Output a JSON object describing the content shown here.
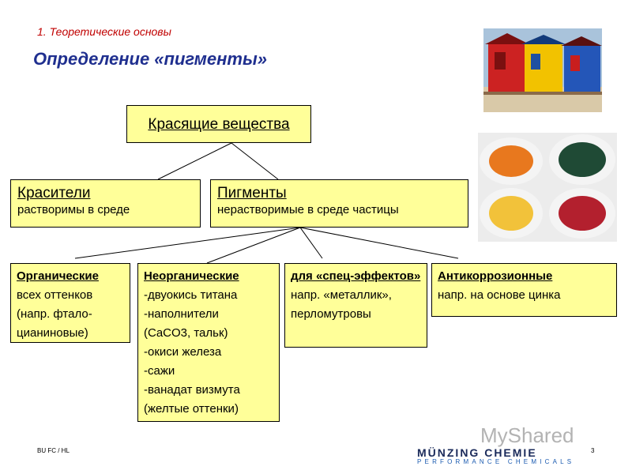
{
  "header": {
    "section": "1. Теоретические основы",
    "title": "Определение «пигменты»"
  },
  "root": {
    "label": "Красящие вещества"
  },
  "level2": [
    {
      "heading": "Красители",
      "text": "растворимы в среде"
    },
    {
      "heading": "Пигменты",
      "text": "нерастворимые в среде частицы"
    }
  ],
  "level3": [
    {
      "heading": "Органические",
      "lines": [
        "всех оттенков",
        "(напр. фтало-",
        "цианиновые)"
      ]
    },
    {
      "heading": "Неорганические",
      "lines": [
        "-двуокись титана",
        "-наполнители",
        "(CaCO3, тальк)",
        "-окиси железа",
        "-сажи",
        "-ванадат визмута",
        "(желтые оттенки)"
      ]
    },
    {
      "heading": "для «спец-эффектов»",
      "lines": [
        "напр. «металлик»,",
        "перломутровы"
      ]
    },
    {
      "heading": "Антикоррозионные",
      "lines": [
        "напр. на основе цинка"
      ]
    }
  ],
  "footer": {
    "left": "BU FC / HL",
    "page": "3",
    "logo_main": "MÜNZING CHEMIE",
    "logo_sub": "PERFORMANCE CHEMICALS",
    "watermark": "MyShared"
  }
}
